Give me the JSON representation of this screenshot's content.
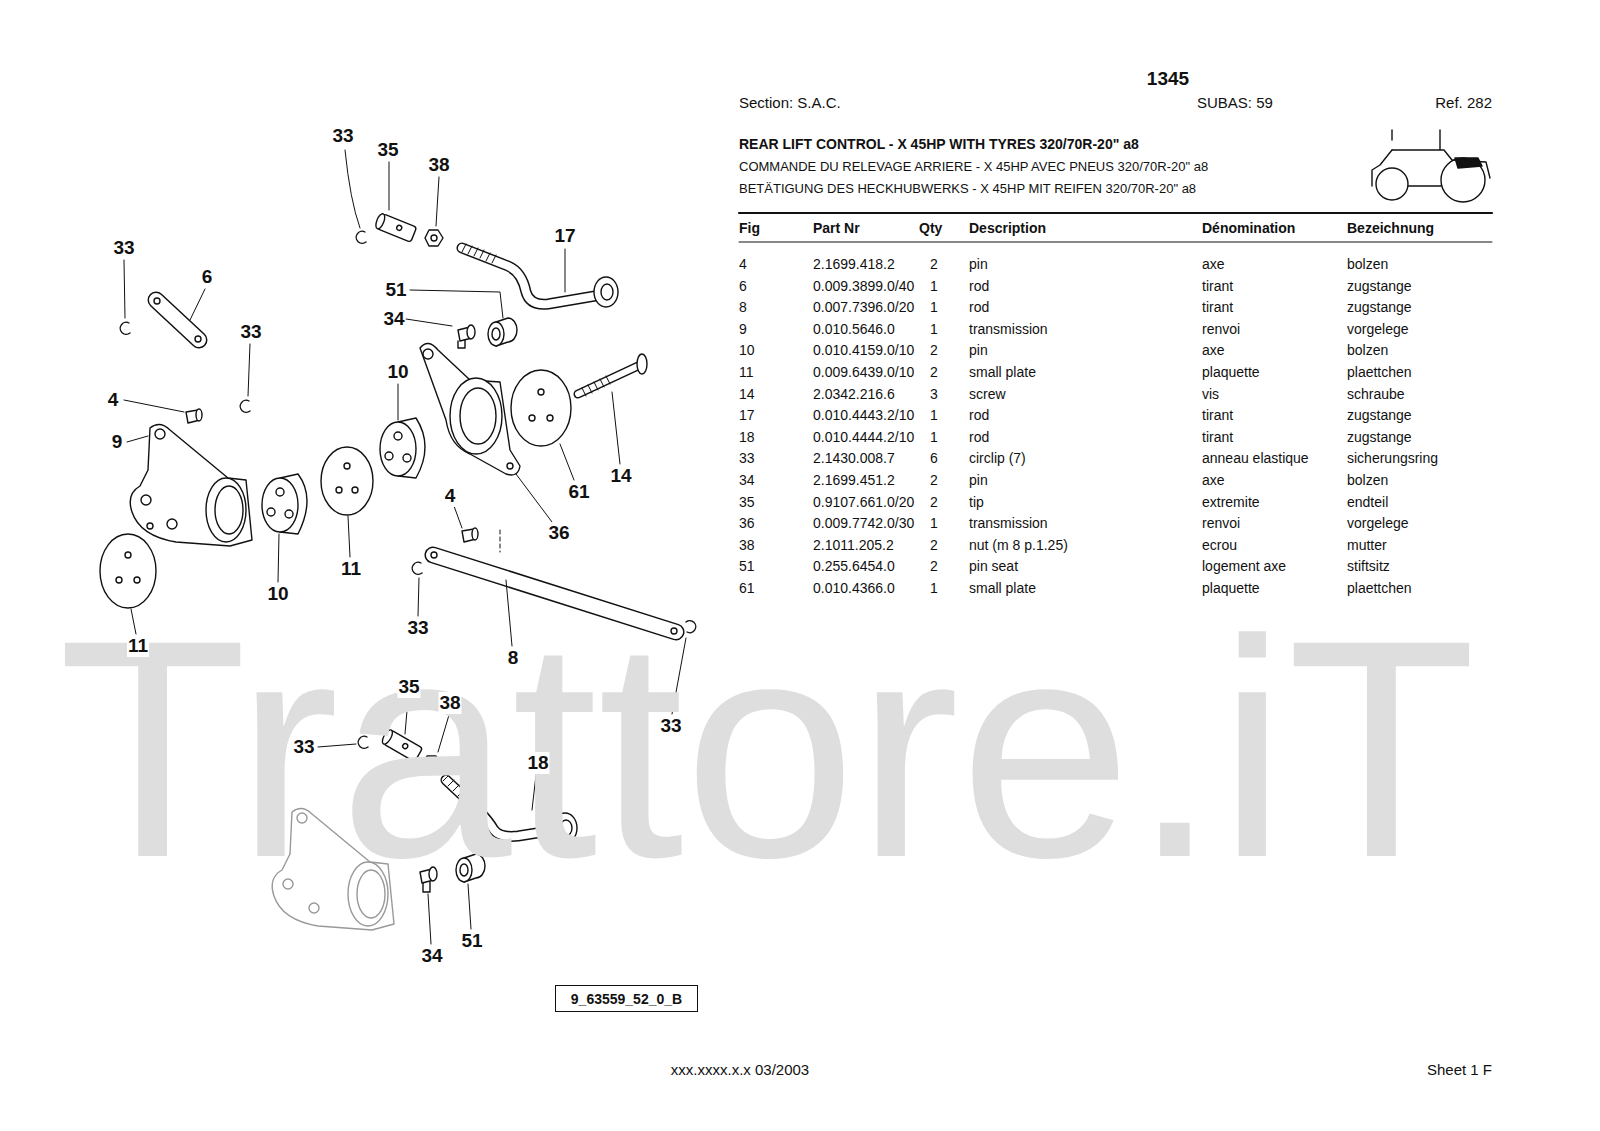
{
  "diagram": {
    "title": "REAR LIFT CONTROL - X 45HP WITH TYRES 320/70R-20\" a8",
    "nodes": [
      {
        "text": [
          "9_63559_52_0_B"
        ]
      }
    ],
    "labels": [
      "1345",
      "Section: S.A.C.",
      "SUBAS: 59",
      "Ref. 282",
      "COMMANDE DU RELEVAGE ARRIERE - X 45HP AVEC PNEUS 320/70R-20\" a8",
      "BETÄTIGUNG DES HECKHUBWERKS - X 45HP MIT REIFEN 320/70R-20\" a8",
      "Fig",
      "Part Nr",
      "Qty",
      "Description",
      "Dénomination",
      "Bezeichnung",
      "4",
      "2.1699.418.2",
      "2",
      "pin",
      "axe",
      "bolzen",
      "6",
      "0.009.3899.0/40",
      "1",
      "rod",
      "tirant",
      "zugstange",
      "8",
      "0.007.7396.0/20",
      "1",
      "rod",
      "tirant",
      "zugstange",
      "9",
      "0.010.5646.0",
      "1",
      "transmission",
      "renvoi",
      "vorgelege",
      "10",
      "0.010.4159.0/10",
      "2",
      "pin",
      "axe",
      "bolzen",
      "11",
      "0.009.6439.0/10",
      "2",
      "small plate",
      "plaquette",
      "plaettchen",
      "14",
      "2.0342.216.6",
      "3",
      "screw",
      "vis",
      "schraube",
      "17",
      "0.010.4443.2/10",
      "1",
      "rod",
      "tirant",
      "zugstange",
      "18",
      "0.010.4444.2/10",
      "1",
      "rod",
      "tirant",
      "zugstange",
      "33",
      "2.1430.008.7",
      "6",
      "circlip (7)",
      "anneau elastique",
      "sicherungsring",
      "34",
      "2.1699.451.2",
      "2",
      "pin",
      "axe",
      "bolzen",
      "35",
      "0.9107.661.0/20",
      "2",
      "tip",
      "extremite",
      "endteil",
      "36",
      "0.009.7742.0/30",
      "1",
      "transmission",
      "renvoi",
      "vorgelege",
      "38",
      "2.1011.205.2",
      "2",
      "nut (m 8 p.1.25)",
      "ecrou",
      "mutter",
      "51",
      "0.255.6454.0",
      "2",
      "pin seat",
      "logement axe",
      "stiftsitz",
      "61",
      "0.010.4366.0",
      "1",
      "small plate",
      "plaquette",
      "plaettchen",
      "33",
      "35",
      "38",
      "17",
      "33",
      "6",
      "33",
      "51",
      "34",
      "10",
      "4",
      "9",
      "14",
      "61",
      "36",
      "10",
      "11",
      "11",
      "4",
      "33",
      "8",
      "33",
      "35",
      "38",
      "33",
      "18",
      "34",
      "51",
      "Trattore.iT",
      "xxx.xxxx.x.x 03/2003",
      "Sheet 1 F"
    ]
  }
}
